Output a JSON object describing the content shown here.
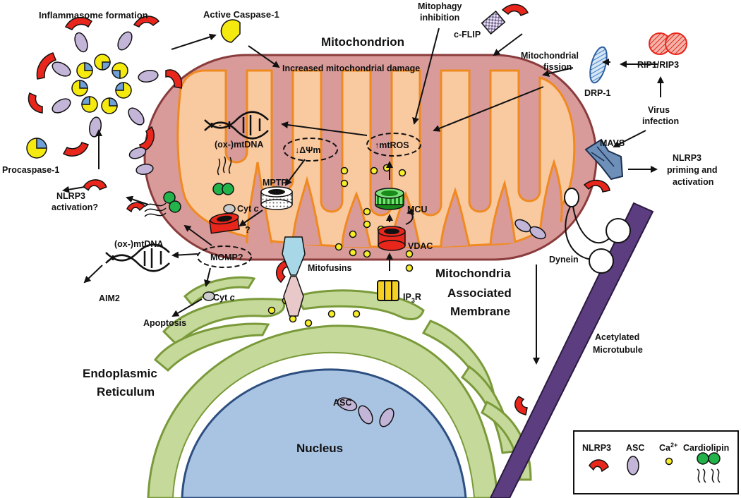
{
  "labels": {
    "inflammasome_formation": "Inflammasome formation",
    "active_caspase1": "Active Caspase-1",
    "mitochondrion": "Mitochondrion",
    "increased_damage": "Increased mitochondrial damage",
    "mitophagy_inhibition_1": "Mitophagy",
    "mitophagy_inhibition_2": "inhibition",
    "cflip": "c-FLIP",
    "mito_fission_1": "Mitochondrial",
    "mito_fission_2": "fission",
    "drp1": "DRP-1",
    "rip": "RIP1/RIP3",
    "virus_1": "Virus",
    "virus_2": "infection",
    "mavs": "MAVS",
    "nlrp3_priming_1": "NLRP3",
    "nlrp3_priming_2": "priming and",
    "nlrp3_priming_3": "activation",
    "mtdna_inside": "(ox-)mtDNA",
    "delta_psi": "↓ΔΨm",
    "mtros": "↑mtROS",
    "mptp": "MPTP",
    "mcu": "MCU",
    "vdac": "VDAC",
    "cytc_top_prefix": "Cyt ",
    "cytc_top_italic": "c",
    "question": "?",
    "procaspase": "Procaspase-1",
    "nlrp3_activation_1": "NLRP3",
    "nlrp3_activation_2": "activation?",
    "mtdna_outside": "(ox-)mtDNA",
    "momp": "MOMP?",
    "aim2": "AIM2",
    "cytc_bottom_prefix": "Cyt ",
    "cytc_bottom_italic": "c",
    "apoptosis": "Apoptosis",
    "mitofusins": "Mitofusins",
    "ip3r_prefix": "IP",
    "ip3r_sub": "3",
    "ip3r_suffix": "R",
    "mam_1": "Mitochondria",
    "mam_2": "Associated",
    "mam_3": "Membrane",
    "dynein": "Dynein",
    "acetylated_1": "Acetylated",
    "acetylated_2": "Microtubule",
    "er_1": "Endoplasmic",
    "er_2": "Reticulum",
    "asc": "ASC",
    "nucleus": "Nucleus"
  },
  "legend": {
    "nlrp3": "NLRP3",
    "asc": "ASC",
    "ca_prefix": "Ca",
    "ca_sup": "2+",
    "cardiolipin": "Cardiolipin"
  },
  "colors": {
    "mito_outer": "#d99a9a",
    "mito_inner": "#f9c9a0",
    "mito_stroke": "#f08a20",
    "er": "#c5d99a",
    "nucleus": "#a9c4e3",
    "nlrp3": "#e8261c",
    "asc": "#c3b5d8",
    "calcium": "#f7ee2a",
    "cardiolipin": "#22b34a",
    "microtubule": "#5c3d80",
    "caspase": "#f5ea10",
    "vdac": "#e8261c",
    "mcu": "#3ccc3c"
  }
}
